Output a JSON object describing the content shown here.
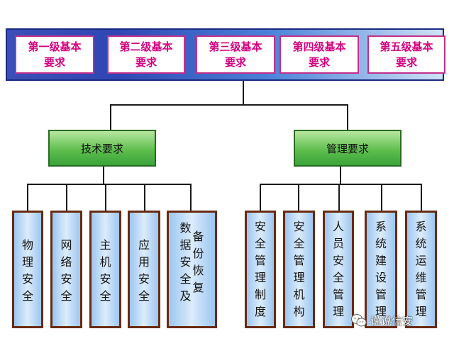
{
  "levels": [
    {
      "label": "第一级基本要求"
    },
    {
      "label": "第二级基本要求"
    },
    {
      "label": "第三级基本要求"
    },
    {
      "label": "第四级基本要求"
    },
    {
      "label": "第五级基本要求"
    }
  ],
  "categories": {
    "technical": "技术要求",
    "management": "管理要求"
  },
  "technical_items": [
    "物理安全",
    "网络安全",
    "主机安全",
    "应用安全",
    "数据安全及备份恢复"
  ],
  "management_items": [
    "安全管理制度",
    "安全管理机构",
    "人员安全管理",
    "系统建设管理",
    "系统运维管理"
  ],
  "watermark": {
    "text": "说说信安",
    "icon": "wechat-icon"
  },
  "colors": {
    "banner_border": "#1a2a80",
    "level_text": "#d2007e",
    "level_border": "#c0308a",
    "category_green": "#5fbf4e",
    "column_fill": "#b8d8f6",
    "column_border": "#6a2a10"
  }
}
